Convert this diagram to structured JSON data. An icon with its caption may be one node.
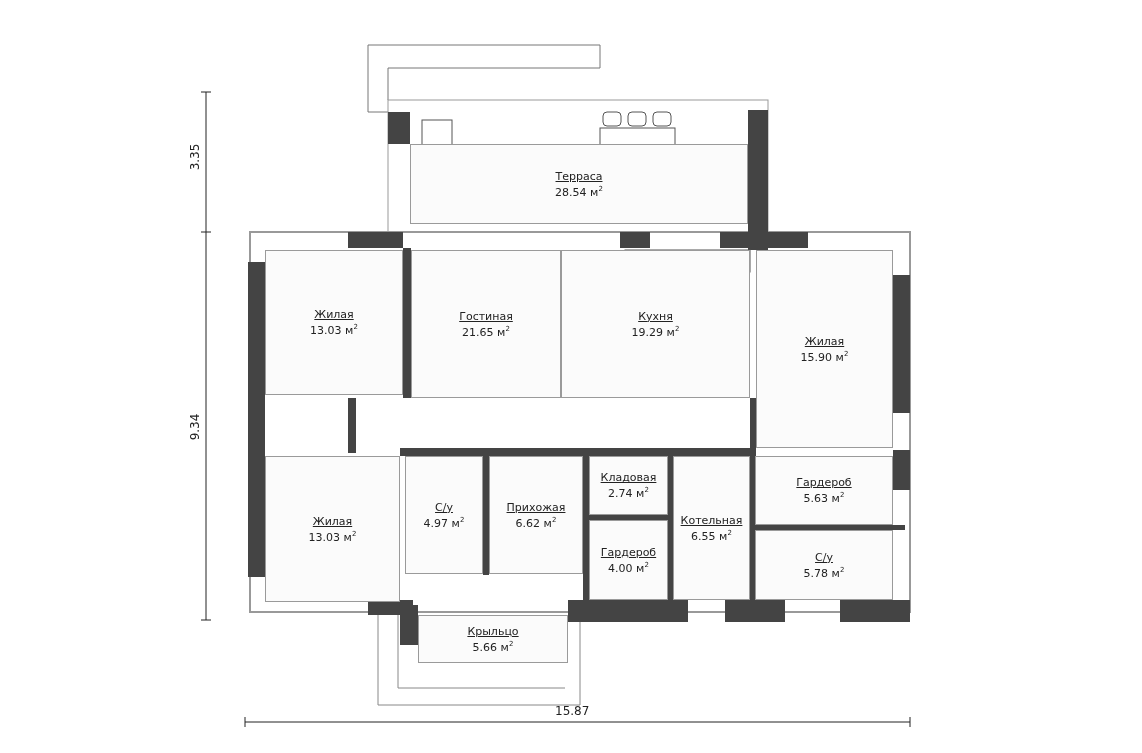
{
  "diagram": {
    "nodes": [
      {
        "text": [
          "Терраса",
          "28.54 м$^{2}$"
        ]
      },
      {
        "text": [
          "Жилая",
          "13.03 м$^{2}$"
        ]
      },
      {
        "text": [
          "Гостиная",
          "21.65 м$^{2}$"
        ]
      },
      {
        "text": [
          "Кухня",
          "19.29 м$^{2}$"
        ]
      },
      {
        "text": [
          "Жилая",
          "15.90 м$^{2}$"
        ]
      },
      {
        "text": [
          "С/у",
          "4.97 м$^{2}$"
        ]
      },
      {
        "text": [
          "Кладовая",
          "2.74 м$^{2}$"
        ]
      },
      {
        "text": [
          "Котельная",
          "6.55 м$^{2}$"
        ]
      },
      {
        "text": [
          "Гардероб",
          "5.63 м$^{2}$"
        ]
      },
      {
        "text": [
          "Жилая",
          "13.03 м$^{2}$"
        ]
      },
      {
        "text": [
          "Прихожая",
          "6.62 м$^{2}$"
        ]
      },
      {
        "text": [
          "Гардероб",
          "4.00 м$^{2}$"
        ]
      },
      {
        "text": [
          "С/у",
          "5.78 м$^{2}$"
        ]
      },
      {
        "text": [
          "Крыльцо",
          "5.66 м$^{2}$"
        ]
      }
    ],
    "labels": [
      "3.35",
      "9.34",
      "15.87"
    ]
  }
}
